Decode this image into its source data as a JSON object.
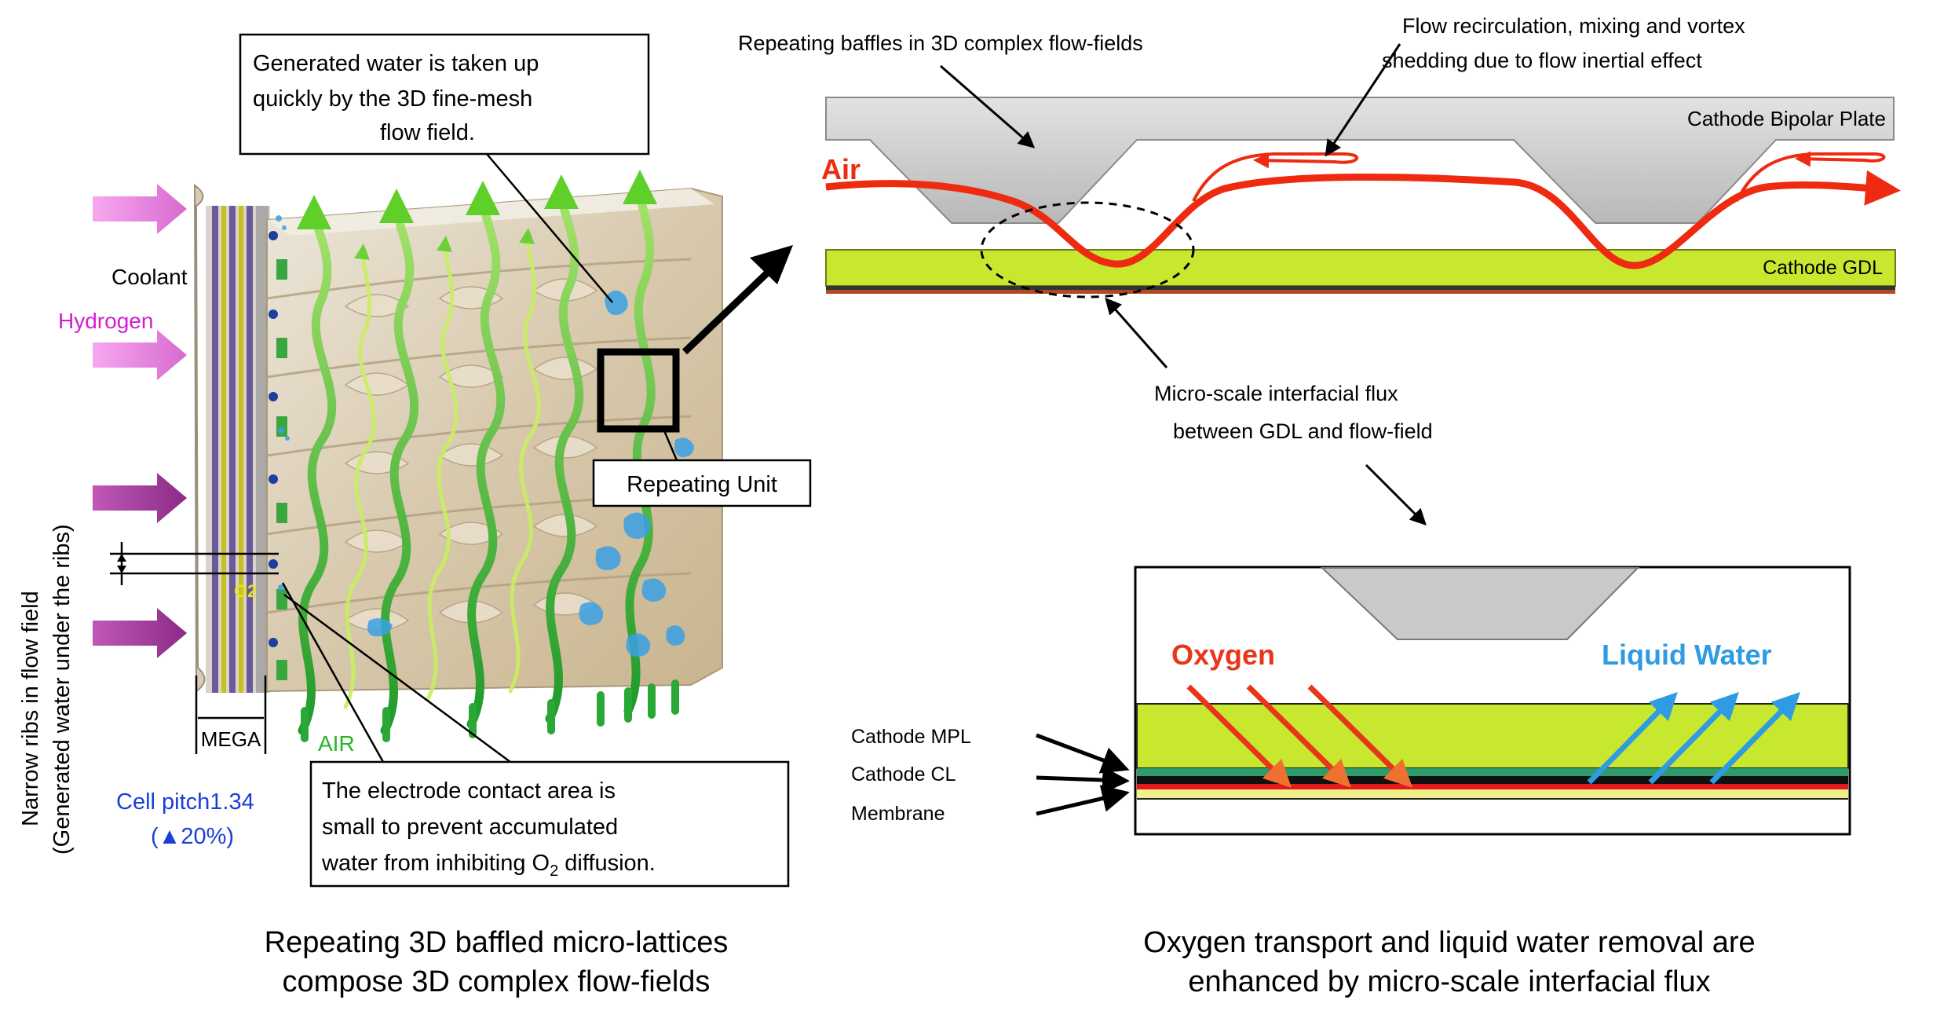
{
  "left_panel": {
    "label_coolant": "Coolant",
    "label_hydrogen": "Hydrogen",
    "label_o2": "O2",
    "label_air": "AIR",
    "label_mega": "MEGA",
    "cell_pitch": "Cell pitch1.34",
    "cell_pitch_change": "(▲20%)",
    "narrow_ribs_line1": "Narrow ribs in flow field",
    "narrow_ribs_line2": "(Generated water under the ribs)",
    "callout_water_line1": "Generated water is taken up",
    "callout_water_line2": "quickly by the 3D fine-mesh",
    "callout_water_line3": "flow field.",
    "repeating_unit": "Repeating Unit",
    "callout_contact_line1": "The electrode contact area is",
    "callout_contact_line2": "small to prevent accumulated",
    "callout_contact_line3_pre": "water from inhibiting O",
    "callout_contact_line3_sub": "2",
    "callout_contact_line3_post": " diffusion.",
    "caption_line1": "Repeating 3D baffled micro-lattices",
    "caption_line2": "compose 3D complex flow-fields"
  },
  "right_panel": {
    "label_baffles": "Repeating baffles in 3D complex flow-fields",
    "label_recirc_line1": "Flow recirculation, mixing and vortex",
    "label_recirc_line2": "shedding due to flow inertial effect",
    "label_bipolar": "Cathode Bipolar Plate",
    "label_air": "Air",
    "label_gdl": "Cathode GDL",
    "label_flux_line1": "Micro-scale interfacial flux",
    "label_flux_line2": "between GDL and flow-field",
    "label_oxygen": "Oxygen",
    "label_liquid_water": "Liquid Water",
    "label_mpl": "Cathode MPL",
    "label_cl": "Cathode CL",
    "label_membrane": "Membrane",
    "caption_line1": "Oxygen transport and liquid water removal are",
    "caption_line2": "enhanced by micro-scale interfacial flux"
  },
  "colors": {
    "air_red": "#ee2a10",
    "oxygen_red": "#e8361a",
    "water_blue": "#2f9be3",
    "gdl_green": "#c8e830",
    "hydrogen_magenta": "#d21ed2",
    "cell_pitch_blue": "#1a3fd6",
    "air_green": "#28b428",
    "plate_gray": "#cfcfcf"
  }
}
